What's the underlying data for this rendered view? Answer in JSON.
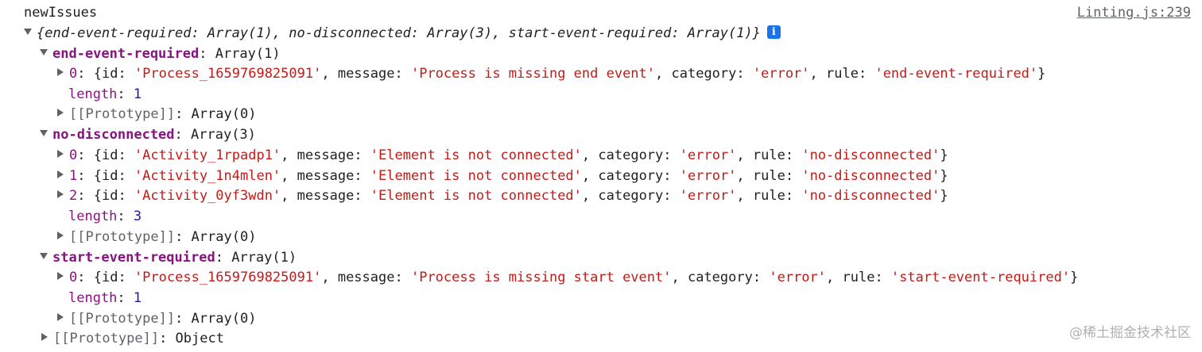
{
  "log": {
    "label": "newIssues",
    "source": "Linting.js:239",
    "summary": "{end-event-required: Array(1), no-disconnected: Array(3), start-event-required: Array(1)}",
    "info_icon": "info-icon",
    "groups": [
      {
        "key": "end-event-required",
        "type": "Array(1)",
        "items": [
          {
            "index": "0",
            "id": "'Process_1659769825091'",
            "message": "'Process is missing end event'",
            "category": "'error'",
            "rule": "'end-event-required'"
          }
        ],
        "length": "1",
        "prototype": "Array(0)"
      },
      {
        "key": "no-disconnected",
        "type": "Array(3)",
        "items": [
          {
            "index": "0",
            "id": "'Activity_1rpadp1'",
            "message": "'Element is not connected'",
            "category": "'error'",
            "rule": "'no-disconnected'"
          },
          {
            "index": "1",
            "id": "'Activity_1n4mlen'",
            "message": "'Element is not connected'",
            "category": "'error'",
            "rule": "'no-disconnected'"
          },
          {
            "index": "2",
            "id": "'Activity_0yf3wdn'",
            "message": "'Element is not connected'",
            "category": "'error'",
            "rule": "'no-disconnected'"
          }
        ],
        "length": "3",
        "prototype": "Array(0)"
      },
      {
        "key": "start-event-required",
        "type": "Array(1)",
        "items": [
          {
            "index": "0",
            "id": "'Process_1659769825091'",
            "message": "'Process is missing start event'",
            "category": "'error'",
            "rule": "'start-event-required'"
          }
        ],
        "length": "1",
        "prototype": "Array(0)"
      }
    ],
    "root_prototype": "Object"
  },
  "labels": {
    "length": "length",
    "prototype": "[[Prototype]]",
    "id": "id",
    "message": "message",
    "category": "category",
    "rule": "rule"
  },
  "watermark": "@稀土掘金技术社区",
  "colors": {
    "key": "#881280",
    "string": "#c41a16",
    "number": "#1a1aa6",
    "muted": "#5f6368",
    "info": "#1a73e8"
  }
}
